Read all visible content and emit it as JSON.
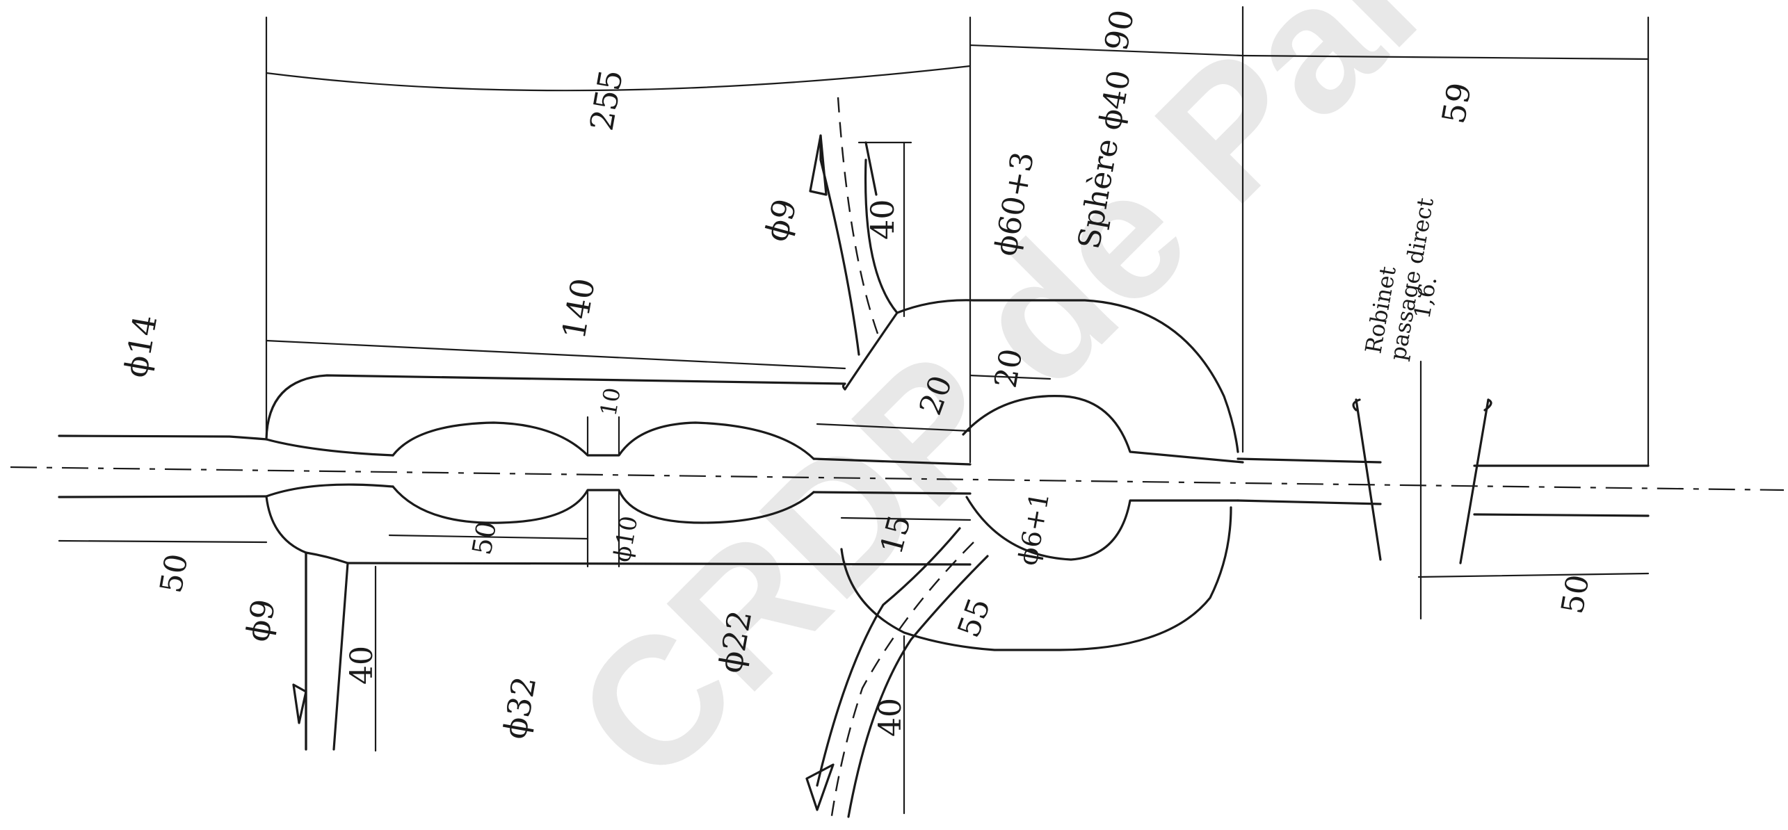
{
  "drawing": {
    "dimensions": {
      "d14": "ϕ14",
      "len140": "140",
      "len255": "255",
      "len90": "90",
      "len59": "59",
      "d9_top": "ϕ9",
      "len40_top": "40",
      "d60": "ϕ60+3",
      "sphere": "Sphère ϕ40",
      "len20_a": "20",
      "len20_b": "20",
      "len10_top": "10",
      "len50_left": "50",
      "len50_mid": "50",
      "d10": "ϕ10",
      "d9_left": "ϕ9",
      "len40_left": "40",
      "d32": "ϕ32",
      "d22": "ϕ22",
      "len15": "15",
      "d6": "ϕ6+1",
      "len55": "55",
      "len40_bottom": "40",
      "len50_right": "50",
      "robinet": [
        "Robinet",
        "passage direct",
        "1,6."
      ]
    },
    "watermark": "CRDP de Paris"
  }
}
